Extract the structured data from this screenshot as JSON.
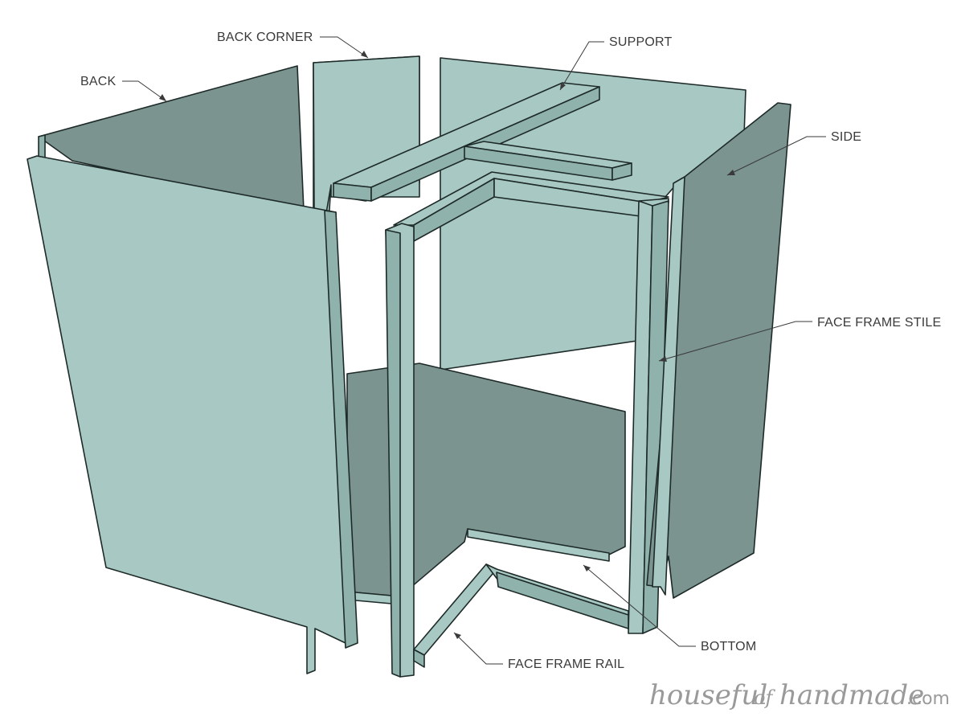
{
  "labels": {
    "back_corner": "BACK CORNER",
    "support": "SUPPORT",
    "back": "BACK",
    "side": "SIDE",
    "face_frame_stile": "FACE FRAME STILE",
    "bottom": "BOTTOM",
    "face_frame_rail": "FACE FRAME RAIL"
  },
  "watermark": {
    "part1": "houseful",
    "part2": "of",
    "part3": "handmade",
    "part4": ".com"
  },
  "colors": {
    "panel_light": "#a8c8c3",
    "panel_dark": "#7b9490",
    "edge": "#1d2a28",
    "label": "#3a3a3a",
    "watermark": "#9a9a9a"
  }
}
